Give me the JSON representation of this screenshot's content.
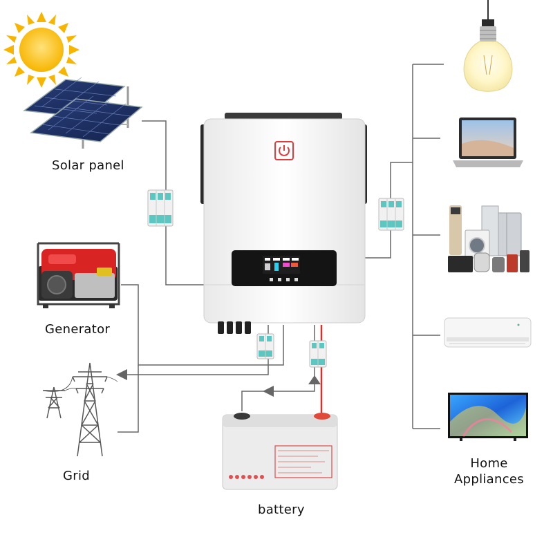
{
  "labels": {
    "solar_panel": "Solar panel",
    "generator": "Generator",
    "grid": "Grid",
    "battery": "battery",
    "home_appliances_line1": "Home",
    "home_appliances_line2": "Appliances"
  },
  "icons": {
    "sun": "sun-icon",
    "solar_panel": "solar-panel-icon",
    "generator": "generator-icon",
    "grid_tower": "power-tower-icon",
    "inverter": "inverter-icon",
    "power_button": "power-button-icon",
    "battery": "battery-icon",
    "breaker": "circuit-breaker-icon",
    "bulb": "light-bulb-icon",
    "laptop": "laptop-icon",
    "kitchen_appliances": "kitchen-appliances-icon",
    "air_conditioner": "air-conditioner-icon",
    "tv": "television-icon"
  },
  "colors": {
    "wire": "#666666",
    "positive_wire": "#d0342c",
    "accent_red": "#e03a3a",
    "breaker_teal": "#5cc6c0",
    "screen_bg": "#141414"
  }
}
